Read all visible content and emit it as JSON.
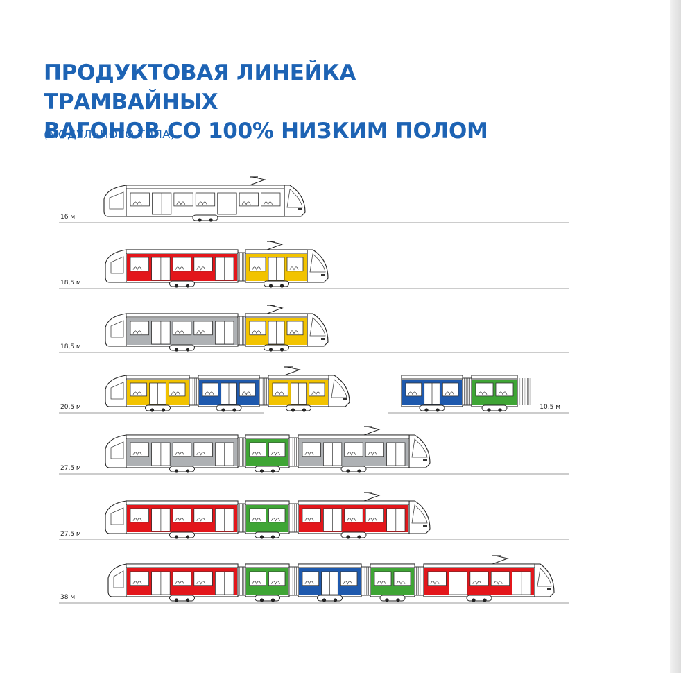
{
  "title": {
    "line1": "ПРОДУКТОВАЯ ЛИНЕЙКА ТРАМВАЙНЫХ",
    "line2": "ВАГОНОВ СО 100% НИЗКИМ ПОЛОМ"
  },
  "subtitle": "(МОДУЛЬНОГО ТИПА)",
  "colors": {
    "accent": "#1d63b4",
    "white": "#ffffff",
    "red": "#e3161b",
    "yellow": "#f2c300",
    "grey": "#aeb1b4",
    "blue": "#1e59ad",
    "green": "#3fa535"
  },
  "trams": [
    {
      "length": "16 м",
      "modules": [
        "white"
      ]
    },
    {
      "length": "18,5 м",
      "modules": [
        "red",
        "yellow"
      ]
    },
    {
      "length": "18,5 м",
      "modules": [
        "grey",
        "yellow"
      ]
    },
    {
      "length": "20,5 м",
      "modules": [
        "yellow",
        "blue",
        "yellow"
      ]
    },
    {
      "length": "10,5 м",
      "modules": [
        "blue",
        "green"
      ]
    },
    {
      "length": "27,5 м",
      "modules": [
        "grey",
        "green",
        "grey"
      ]
    },
    {
      "length": "27,5 м",
      "modules": [
        "red",
        "green",
        "red"
      ]
    },
    {
      "length": "38 м",
      "modules": [
        "red",
        "green",
        "blue",
        "green",
        "red"
      ]
    }
  ]
}
